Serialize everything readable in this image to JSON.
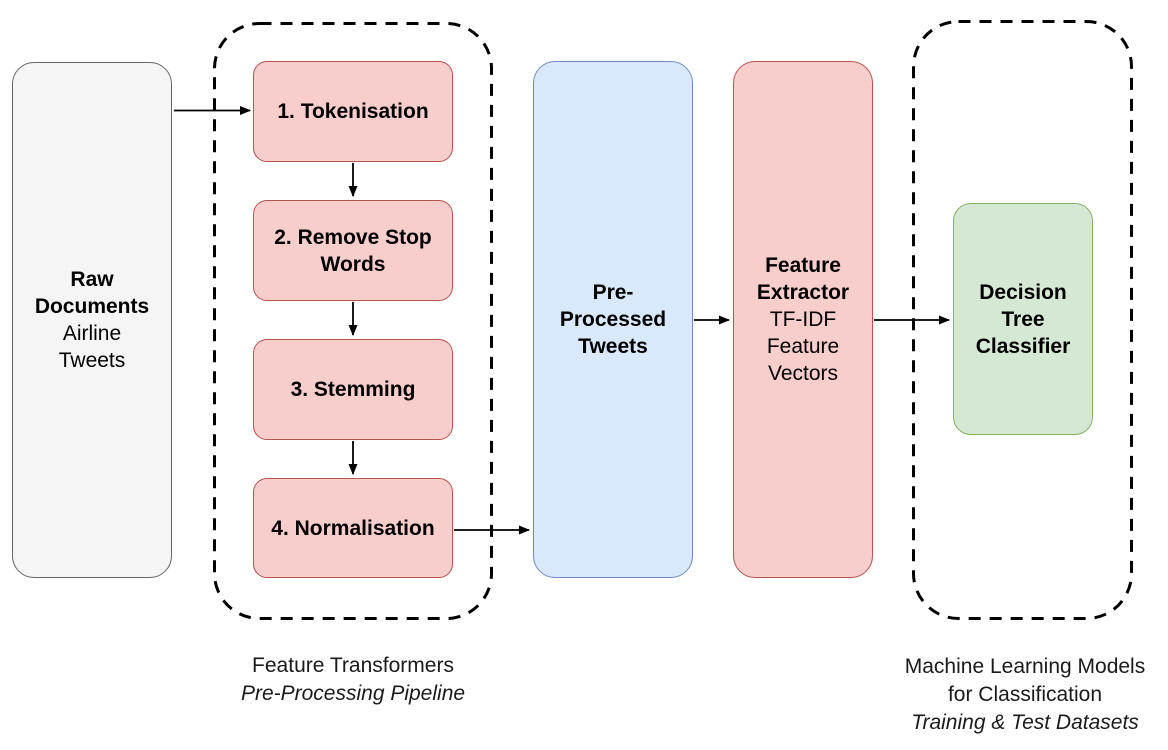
{
  "colors": {
    "line": "#000000",
    "gray_fill": "#f5f5f5",
    "gray_stroke": "#666666",
    "red_fill": "#f8cecc",
    "red_stroke": "#b85450",
    "blue_fill": "#dae8fc",
    "blue_stroke": "#6c8ebf",
    "green_fill": "#d5e8d4",
    "green_stroke": "#82b366"
  },
  "nodes": {
    "raw_documents": {
      "title_lines": [
        "Raw",
        "Documents"
      ],
      "desc_lines": [
        "Airline",
        "Tweets"
      ]
    },
    "tokenisation": {
      "label": "1. Tokenisation"
    },
    "remove_stop_words": {
      "label": "2. Remove Stop Words"
    },
    "stemming": {
      "label": "3. Stemming"
    },
    "normalisation": {
      "label": "4. Normalisation"
    },
    "preprocessed_tweets": {
      "lines": [
        "Pre-",
        "Processed",
        "Tweets"
      ]
    },
    "feature_extractor": {
      "title_lines": [
        "Feature",
        "Extractor"
      ],
      "desc_lines": [
        "TF-IDF",
        "Feature",
        "Vectors"
      ]
    },
    "decision_tree_classifier": {
      "lines": [
        "Decision",
        "Tree",
        "Classifier"
      ]
    }
  },
  "captions": {
    "feature_transformers": {
      "title": "Feature Transformers",
      "subtitle": "Pre-Processing Pipeline"
    },
    "ml_models": {
      "title_lines": [
        "Machine Learning Models",
        "for Classification"
      ],
      "subtitle": "Training & Test Datasets"
    }
  }
}
